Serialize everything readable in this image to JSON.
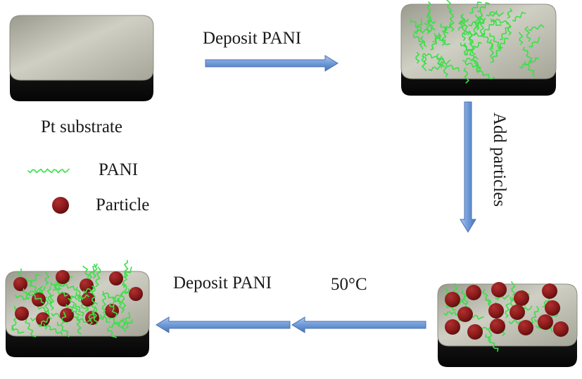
{
  "labels": {
    "deposit_pani_top": "Deposit PANI",
    "pt_substrate": "Pt substrate",
    "add_particles": "Add particles",
    "deposit_pani_bottom": "Deposit PANI",
    "temperature": "50°C"
  },
  "legend": {
    "pani": "PANI",
    "particle": "Particle"
  },
  "colors": {
    "pani_strand": "#39e046",
    "particle": "#8b1a1a",
    "substrate_top": "#b9b9ac",
    "substrate_side": "#1a1a1a",
    "arrow": "#6c9ad6",
    "text": "#1a1a1a"
  }
}
